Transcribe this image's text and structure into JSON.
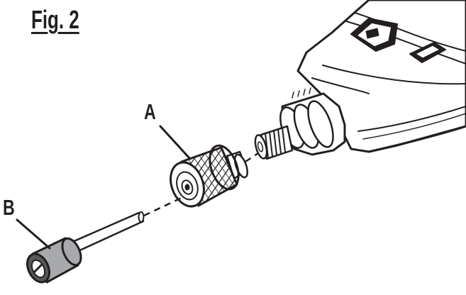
{
  "figure": {
    "title": "Fig. 2",
    "labels": [
      {
        "id": "A",
        "text": "A"
      },
      {
        "id": "B",
        "text": "B"
      }
    ]
  },
  "colors": {
    "ink": "#231f20",
    "light_fill": "#ffffff",
    "gray_fill": "#a7a9ac",
    "dark_fill": "#58595b"
  }
}
